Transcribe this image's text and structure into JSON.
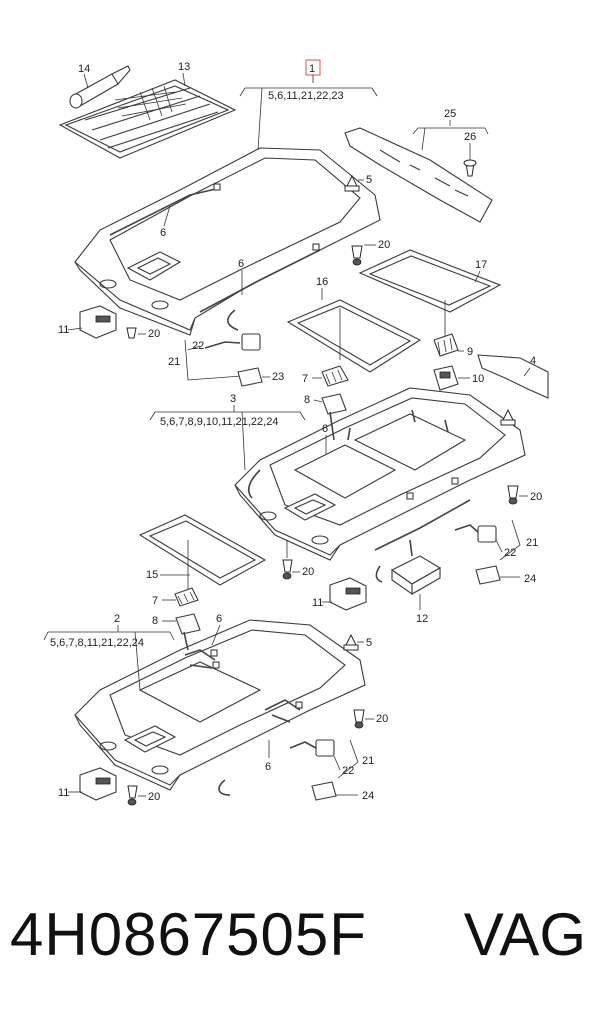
{
  "diagram": {
    "callouts": {
      "c1": "1",
      "c1sub": "5,6,11,21,22,23",
      "c2": "2",
      "c2sub": "5,6,7,8,11,21,22,24",
      "c3": "3",
      "c3sub": "5,6,7,8,9,10,11,21,22,24",
      "c4": "4",
      "c5a": "5",
      "c5b": "5",
      "c6a": "6",
      "c6b": "6",
      "c6c": "6",
      "c6d": "6",
      "c6e": "6",
      "c7a": "7",
      "c7b": "7",
      "c8a": "8",
      "c8b": "8",
      "c9": "9",
      "c10": "10",
      "c11a": "11",
      "c11b": "11",
      "c11c": "11",
      "c12": "12",
      "c13": "13",
      "c14": "14",
      "c15": "15",
      "c16": "16",
      "c17": "17",
      "c20a": "20",
      "c20b": "20",
      "c20c": "20",
      "c20d": "20",
      "c20e": "20",
      "c20f": "20",
      "c21a": "21",
      "c21b": "21",
      "c21c": "21",
      "c22a": "22",
      "c22b": "22",
      "c22c": "22",
      "c23": "23",
      "c24a": "24",
      "c24b": "24",
      "c25": "25",
      "c26": "26"
    }
  },
  "footer": {
    "part_number": "4H0867505F",
    "brand": "VAG"
  },
  "colors": {
    "highlight": "#d9534f",
    "line": "#3a3a3a"
  }
}
